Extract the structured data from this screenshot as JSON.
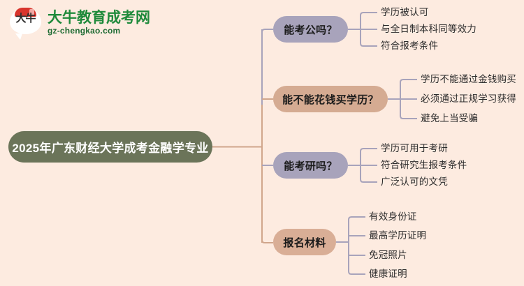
{
  "logo": {
    "mark_text": "大牛",
    "title": "大牛教育成考网",
    "subtitle": "gz-chengkao.com",
    "title_color": "#1f8a3b",
    "cap_color": "#d8342c"
  },
  "mindmap": {
    "root": {
      "label": "2025年广东财经大学成考金融学专业",
      "fill": "#6b7459",
      "text_color": "#ffffff"
    },
    "trunk_color": "#d0a68c",
    "leaf_connector_color": "#a8a3bb",
    "background": "#fdebe0",
    "branches": [
      {
        "label": "能考公吗？",
        "fill": "#a8a3bb",
        "connector": "#a8a3bb",
        "leaves": [
          "学历被认可",
          "与全日制本科同等效力",
          "符合报考条件"
        ]
      },
      {
        "label": "能不能花钱买学历？",
        "fill": "#d5ab92",
        "connector": "#d0a68c",
        "leaves": [
          "学历不能通过金钱购买",
          "必须通过正规学习获得",
          "避免上当受骗"
        ]
      },
      {
        "label": "能考研吗？",
        "fill": "#a8a3bb",
        "connector": "#a8a3bb",
        "leaves": [
          "学历可用于考研",
          "符合研究生报考条件",
          "广泛认可的文凭"
        ]
      },
      {
        "label": "报名材料",
        "fill": "#d9ae96",
        "connector": "#d0a68c",
        "leaves": [
          "有效身份证",
          "最高学历证明",
          "免冠照片",
          "健康证明"
        ]
      }
    ]
  }
}
